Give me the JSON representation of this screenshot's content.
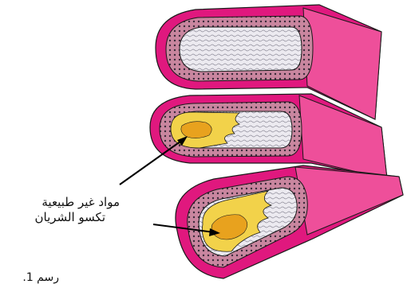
{
  "annotation": {
    "line1": "مواد غير طبيعية",
    "line2": "تكسو الشريان"
  },
  "caption": "رسم 1.",
  "colors": {
    "outer_wall": "#e0187e",
    "outer_wall_light": "#f06aa8",
    "media_layer": "#c7859f",
    "intima_layer": "#4a3a4a",
    "lumen": "#ececf2",
    "plaque": "#f2d24a",
    "plaque_core": "#e8a21e",
    "outline": "#1a1a1a"
  },
  "icons": [
    "artery-normal",
    "artery-partial-plaque",
    "artery-heavy-plaque",
    "pointer-arrow"
  ]
}
